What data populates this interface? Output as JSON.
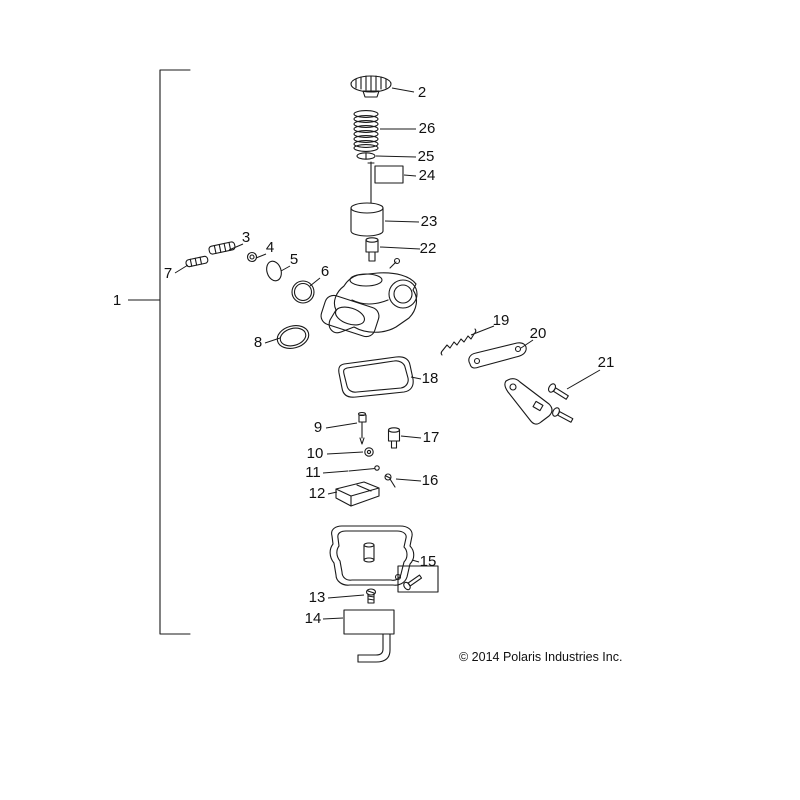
{
  "diagram": {
    "copyright": "© 2014 Polaris Industries Inc.",
    "callouts": [
      {
        "id": 1,
        "label": "1"
      },
      {
        "id": 2,
        "label": "2"
      },
      {
        "id": 3,
        "label": "3"
      },
      {
        "id": 4,
        "label": "4"
      },
      {
        "id": 5,
        "label": "5"
      },
      {
        "id": 6,
        "label": "6"
      },
      {
        "id": 7,
        "label": "7"
      },
      {
        "id": 8,
        "label": "8"
      },
      {
        "id": 9,
        "label": "9"
      },
      {
        "id": 10,
        "label": "10"
      },
      {
        "id": 11,
        "label": "11"
      },
      {
        "id": 12,
        "label": "12"
      },
      {
        "id": 13,
        "label": "13"
      },
      {
        "id": 14,
        "label": "14"
      },
      {
        "id": 15,
        "label": "15"
      },
      {
        "id": 16,
        "label": "16"
      },
      {
        "id": 17,
        "label": "17"
      },
      {
        "id": 18,
        "label": "18"
      },
      {
        "id": 19,
        "label": "19"
      },
      {
        "id": 20,
        "label": "20"
      },
      {
        "id": 21,
        "label": "21"
      },
      {
        "id": 22,
        "label": "22"
      },
      {
        "id": 23,
        "label": "23"
      },
      {
        "id": 24,
        "label": "24"
      },
      {
        "id": 25,
        "label": "25"
      },
      {
        "id": 26,
        "label": "26"
      }
    ]
  }
}
